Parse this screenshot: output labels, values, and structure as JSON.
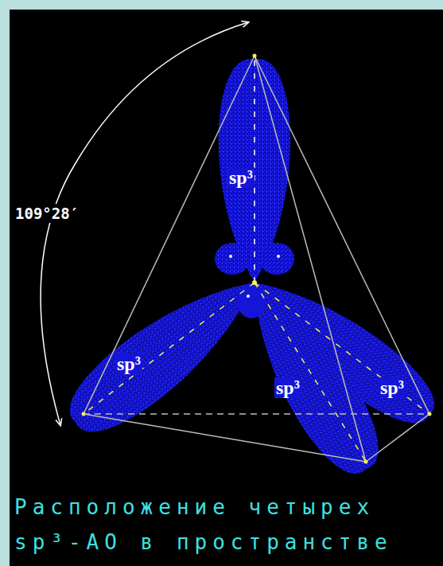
{
  "diagram": {
    "caption": "Расположение четырех sp³-АО в пространстве",
    "labels": [
      "109°28′",
      "sp³",
      "sp³",
      "sp³",
      "sp³"
    ]
  }
}
